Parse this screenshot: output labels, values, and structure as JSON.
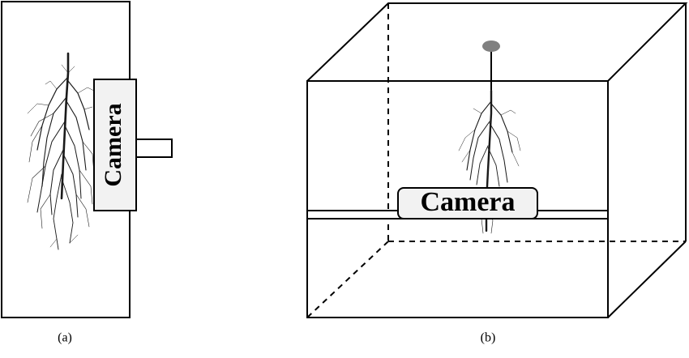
{
  "panel_a": {
    "camera_label": "Camera",
    "caption": "(a)"
  },
  "panel_b": {
    "camera_label": "Camera",
    "caption": "(b)"
  },
  "colors": {
    "line": "#000000",
    "camera_fill": "#f2f2f2",
    "root": "#1a1a1a",
    "holder": "#808080",
    "background": "#ffffff"
  }
}
